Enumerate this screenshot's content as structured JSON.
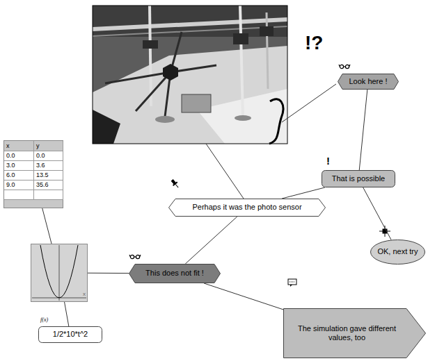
{
  "diagram": {
    "nodes": [
      {
        "text": [
          "Look here !"
        ]
      },
      {
        "text": [
          "x",
          "y",
          "0.0",
          "0.0",
          "3.0",
          "3.6",
          "6.0",
          "13.5",
          "9.0",
          "35.6"
        ]
      },
      {
        "text": [
          "That is possible"
        ]
      },
      {
        "text": [
          "Perhaps it was the photo sensor"
        ]
      },
      {
        "text": [
          "OK, next try"
        ]
      },
      {
        "text": [
          "x"
        ]
      },
      {
        "text": [
          "This does not fit !"
        ]
      },
      {
        "text": [
          "The simulation gave different values, too"
        ]
      },
      {
        "text": [
          "f(x)",
          "1/2*10*t^2"
        ]
      }
    ],
    "edges": [
      {
        "from": 0,
        "to": 2,
        "arrow": "none"
      },
      {
        "from": 2,
        "to": 3,
        "arrow": "none"
      },
      {
        "from": 2,
        "to": 4,
        "arrow": "none"
      },
      {
        "from": 3,
        "to": 6,
        "arrow": "none"
      },
      {
        "from": 1,
        "to": 5,
        "arrow": "none"
      },
      {
        "from": 5,
        "to": 6,
        "arrow": "none"
      },
      {
        "from": 5,
        "to": 8,
        "arrow": "none"
      },
      {
        "from": 6,
        "to": 7,
        "arrow": "none"
      }
    ],
    "labels": [
      "!?",
      "!"
    ]
  }
}
